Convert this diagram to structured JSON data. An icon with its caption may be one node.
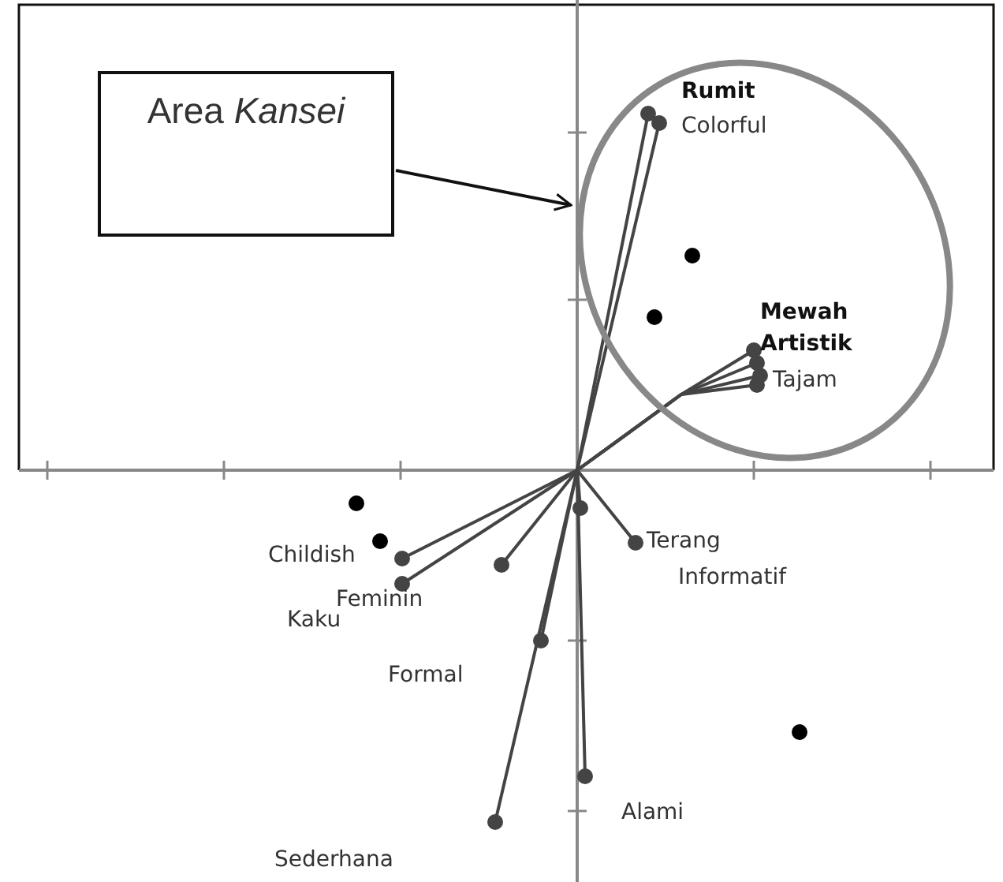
{
  "diagram": {
    "nodes": [
      {
        "text": [
          "Area *Kansei*"
        ]
      },
      {
        "text": [],
        "shape": "circle"
      }
    ],
    "edges": [
      {
        "from": 0,
        "to": 1,
        "arrow": "to"
      }
    ],
    "labels": [
      "Rumit",
      "Colorful",
      "Mewah",
      "Artistik",
      "Tajam",
      "Childish",
      "Feminin",
      "Kaku",
      "Terang",
      "Informatif",
      "Formal",
      "Alami",
      "Sederhana"
    ]
  }
}
